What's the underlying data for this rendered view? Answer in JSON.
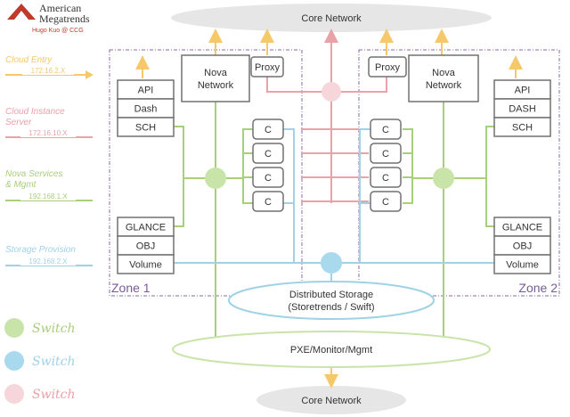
{
  "logo": {
    "company_line1": "American",
    "company_line2": "Megatrends",
    "author": "Hugo Kuo @ CCG"
  },
  "legend": {
    "networks": [
      {
        "name": "Cloud Entry",
        "subnet": "172.16.2.X",
        "color": "#f5c86a"
      },
      {
        "name": "Cloud Instance Server",
        "name_line1": "Cloud Instance",
        "name_line2": "Server",
        "subnet": "172.16.10.X",
        "color": "#e8a2a8"
      },
      {
        "name": "Nova Services & Mgmt",
        "name_line1": "Nova Services",
        "name_line2": "& Mgmt",
        "subnet": "192.168.1.X",
        "color": "#a8cf7a"
      },
      {
        "name": "Storage Provision",
        "subnet": "192.168.2.X",
        "color": "#9fd2e6"
      }
    ],
    "switches": [
      {
        "label": "Switch",
        "color": "#a8cf7a"
      },
      {
        "label": "Switch",
        "color": "#9fd2e6"
      },
      {
        "label": "Switch",
        "color": "#e8a2a8"
      }
    ]
  },
  "core_network_top": "Core Network",
  "core_network_bottom": "Core Network",
  "zone1": {
    "label": "Zone 1",
    "nova_network_line1": "Nova",
    "nova_network_line2": "Network",
    "proxy": "Proxy",
    "services": [
      "API",
      "Dash",
      "SCH"
    ],
    "storage": [
      "GLANCE",
      "OBJ",
      "Volume"
    ],
    "compute": [
      "C",
      "C",
      "C",
      "C"
    ]
  },
  "zone2": {
    "label": "Zone 2",
    "nova_network_line1": "Nova",
    "nova_network_line2": "Network",
    "proxy": "Proxy",
    "services": [
      "API",
      "DASH",
      "SCH"
    ],
    "storage": [
      "GLANCE",
      "OBJ",
      "Volume"
    ],
    "compute": [
      "C",
      "C",
      "C",
      "C"
    ]
  },
  "distributed_storage": {
    "line1": "Distributed Storage",
    "line2": "(Storetrends / Swift)"
  },
  "pxe": "PXE/Monitor/Mgmt",
  "colors": {
    "yellow": "#f5c86a",
    "pink": "#e8a2a8",
    "green": "#a8cf7a",
    "blue": "#9fd2e6",
    "box_stroke": "#707070",
    "zone_border": "#8a6aa8",
    "ellipse_fill": "#e6e6e6"
  }
}
